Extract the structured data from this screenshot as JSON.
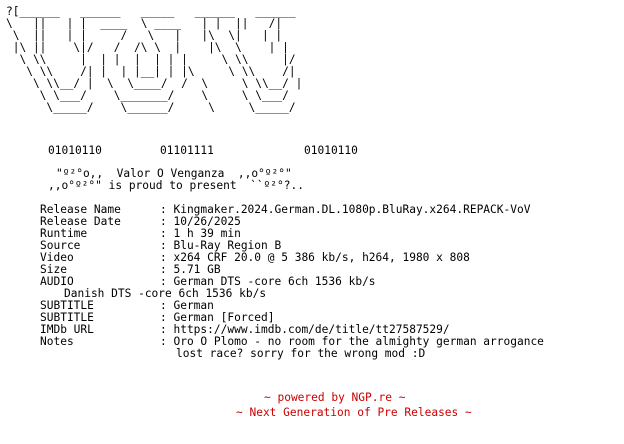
{
  "colors": {
    "text": "#000000",
    "footer": "#cc0000",
    "background": "#ffffff"
  },
  "logo": {
    "ascii_art": "?[______   ______   _____   ______   ______\n\\   ||   | |  ____  \\ ____   | |  ||   /|\n \\  ||   | |     /   \\   |   |\\  \\|   | |\n |\\ ||    \\|/   /  /\\ \\  |    |\\  \\    | |\n  \\ \\\\     |  | |  |  | | |     \\ \\\\     |/\n   \\ \\\\    /| |  | |__| | |\\     \\ \\\\    /|\n    \\ \\\\__/ |  \\  \\____/  /  \\     \\ \\\\__/ |\n     \\ \\___/    \\_______/    \\     \\ \\___/\n      \\_____/    \\______/     \\     \\_____/\n",
    "binary_v_left": "01010110",
    "binary_o": "01101111",
    "binary_v_right": "01010110"
  },
  "presents": {
    "line1": "\"º²°o,,  Valor O Venganza  ,,o°º²°\"",
    "line2": ",,o°º²°\" is proud to present  ``º²°?.."
  },
  "release": {
    "rows": [
      {
        "label": "Release Name",
        "value": ": Kingmaker.2024.German.DL.1080p.BluRay.x264.REPACK-VoV"
      },
      {
        "label": "Release Date",
        "value": ": 10/26/2025"
      },
      {
        "label": "Runtime",
        "value": ": 1 h 39 min"
      },
      {
        "label": "Source",
        "value": ": Blu-Ray Region B"
      },
      {
        "label": "Video",
        "value": ": x264 CRF 20.0 @ 5 386 kb/s, h264, 1980 x 808"
      },
      {
        "label": "Size",
        "value": ": 5.71 GB"
      },
      {
        "label": "AUDIO",
        "value": ": German DTS -core 6ch 1536 kb/s"
      }
    ],
    "audio_continuation": "Danish DTS -core 6ch 1536 kb/s",
    "rows2": [
      {
        "label": "SUBTITLE",
        "value": ": German"
      },
      {
        "label": "SUBTITLE",
        "value": ": German [Forced]"
      },
      {
        "label": "IMDb URL",
        "value": ": https://www.imdb.com/de/title/tt27587529/"
      },
      {
        "label": "Notes",
        "value": ": Oro O Plomo - no room for the almighty german arrogance"
      }
    ],
    "notes_continuation": "lost race? sorry for the wrong mod :D"
  },
  "footer": {
    "line1": "~ powered by NGP.re ~",
    "line2": "~ Next Generation of Pre Releases ~"
  }
}
